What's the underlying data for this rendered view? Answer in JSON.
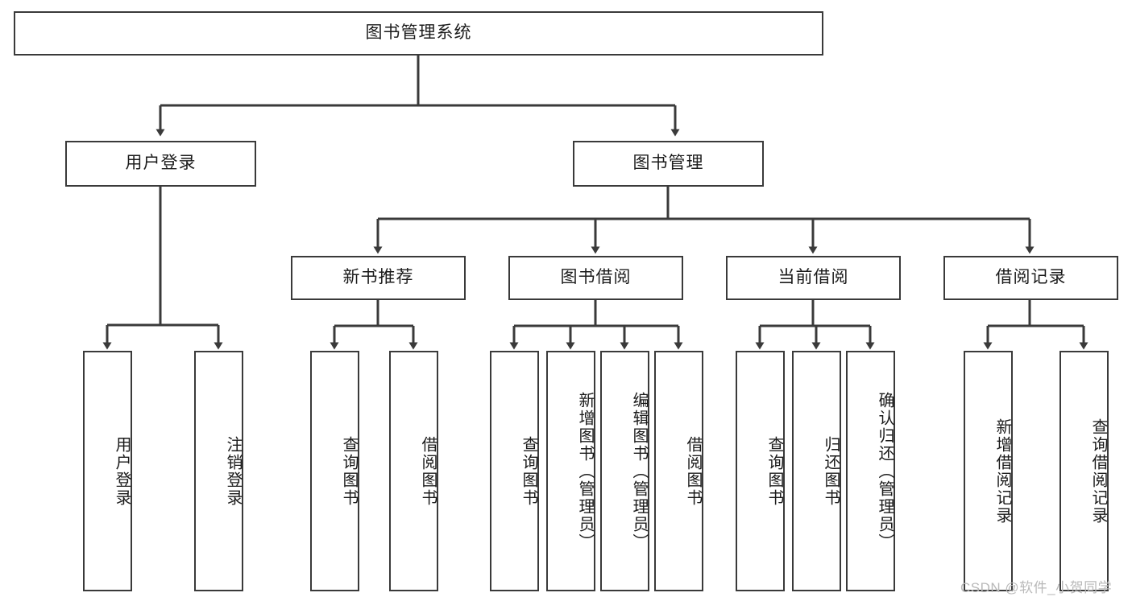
{
  "diagram": {
    "title": "图书管理系统",
    "type": "hierarchy-tree",
    "colors": {
      "box_border": "#3a3a3a",
      "box_fill": "#ffffff",
      "connector": "#3a3a3a",
      "text": "#1b1b1b",
      "watermark": "#b9b9b9",
      "background": "#ffffff"
    },
    "root": {
      "label": "图书管理系统"
    },
    "level2": [
      {
        "label": "用户登录"
      },
      {
        "label": "图书管理"
      }
    ],
    "level3": [
      {
        "label": "新书推荐"
      },
      {
        "label": "图书借阅"
      },
      {
        "label": "当前借阅"
      },
      {
        "label": "借阅记录"
      }
    ],
    "leaves": {
      "user_login": [
        {
          "label": "用户登录"
        },
        {
          "label": "注销登录"
        }
      ],
      "new_book_recommend": [
        {
          "label": "查询图书"
        },
        {
          "label": "借阅图书"
        }
      ],
      "book_borrow": [
        {
          "label": "查询图书"
        },
        {
          "label": "新增图书（管理员）"
        },
        {
          "label": "编辑图书（管理员）"
        },
        {
          "label": "借阅图书"
        }
      ],
      "current_borrow": [
        {
          "label": "查询图书"
        },
        {
          "label": "归还图书"
        },
        {
          "label": "确认归还（管理员）"
        }
      ],
      "borrow_record": [
        {
          "label": "新增借阅记录"
        },
        {
          "label": "查询借阅记录"
        }
      ]
    }
  },
  "watermark": {
    "text": "CSDN @软件_小贺同学"
  }
}
